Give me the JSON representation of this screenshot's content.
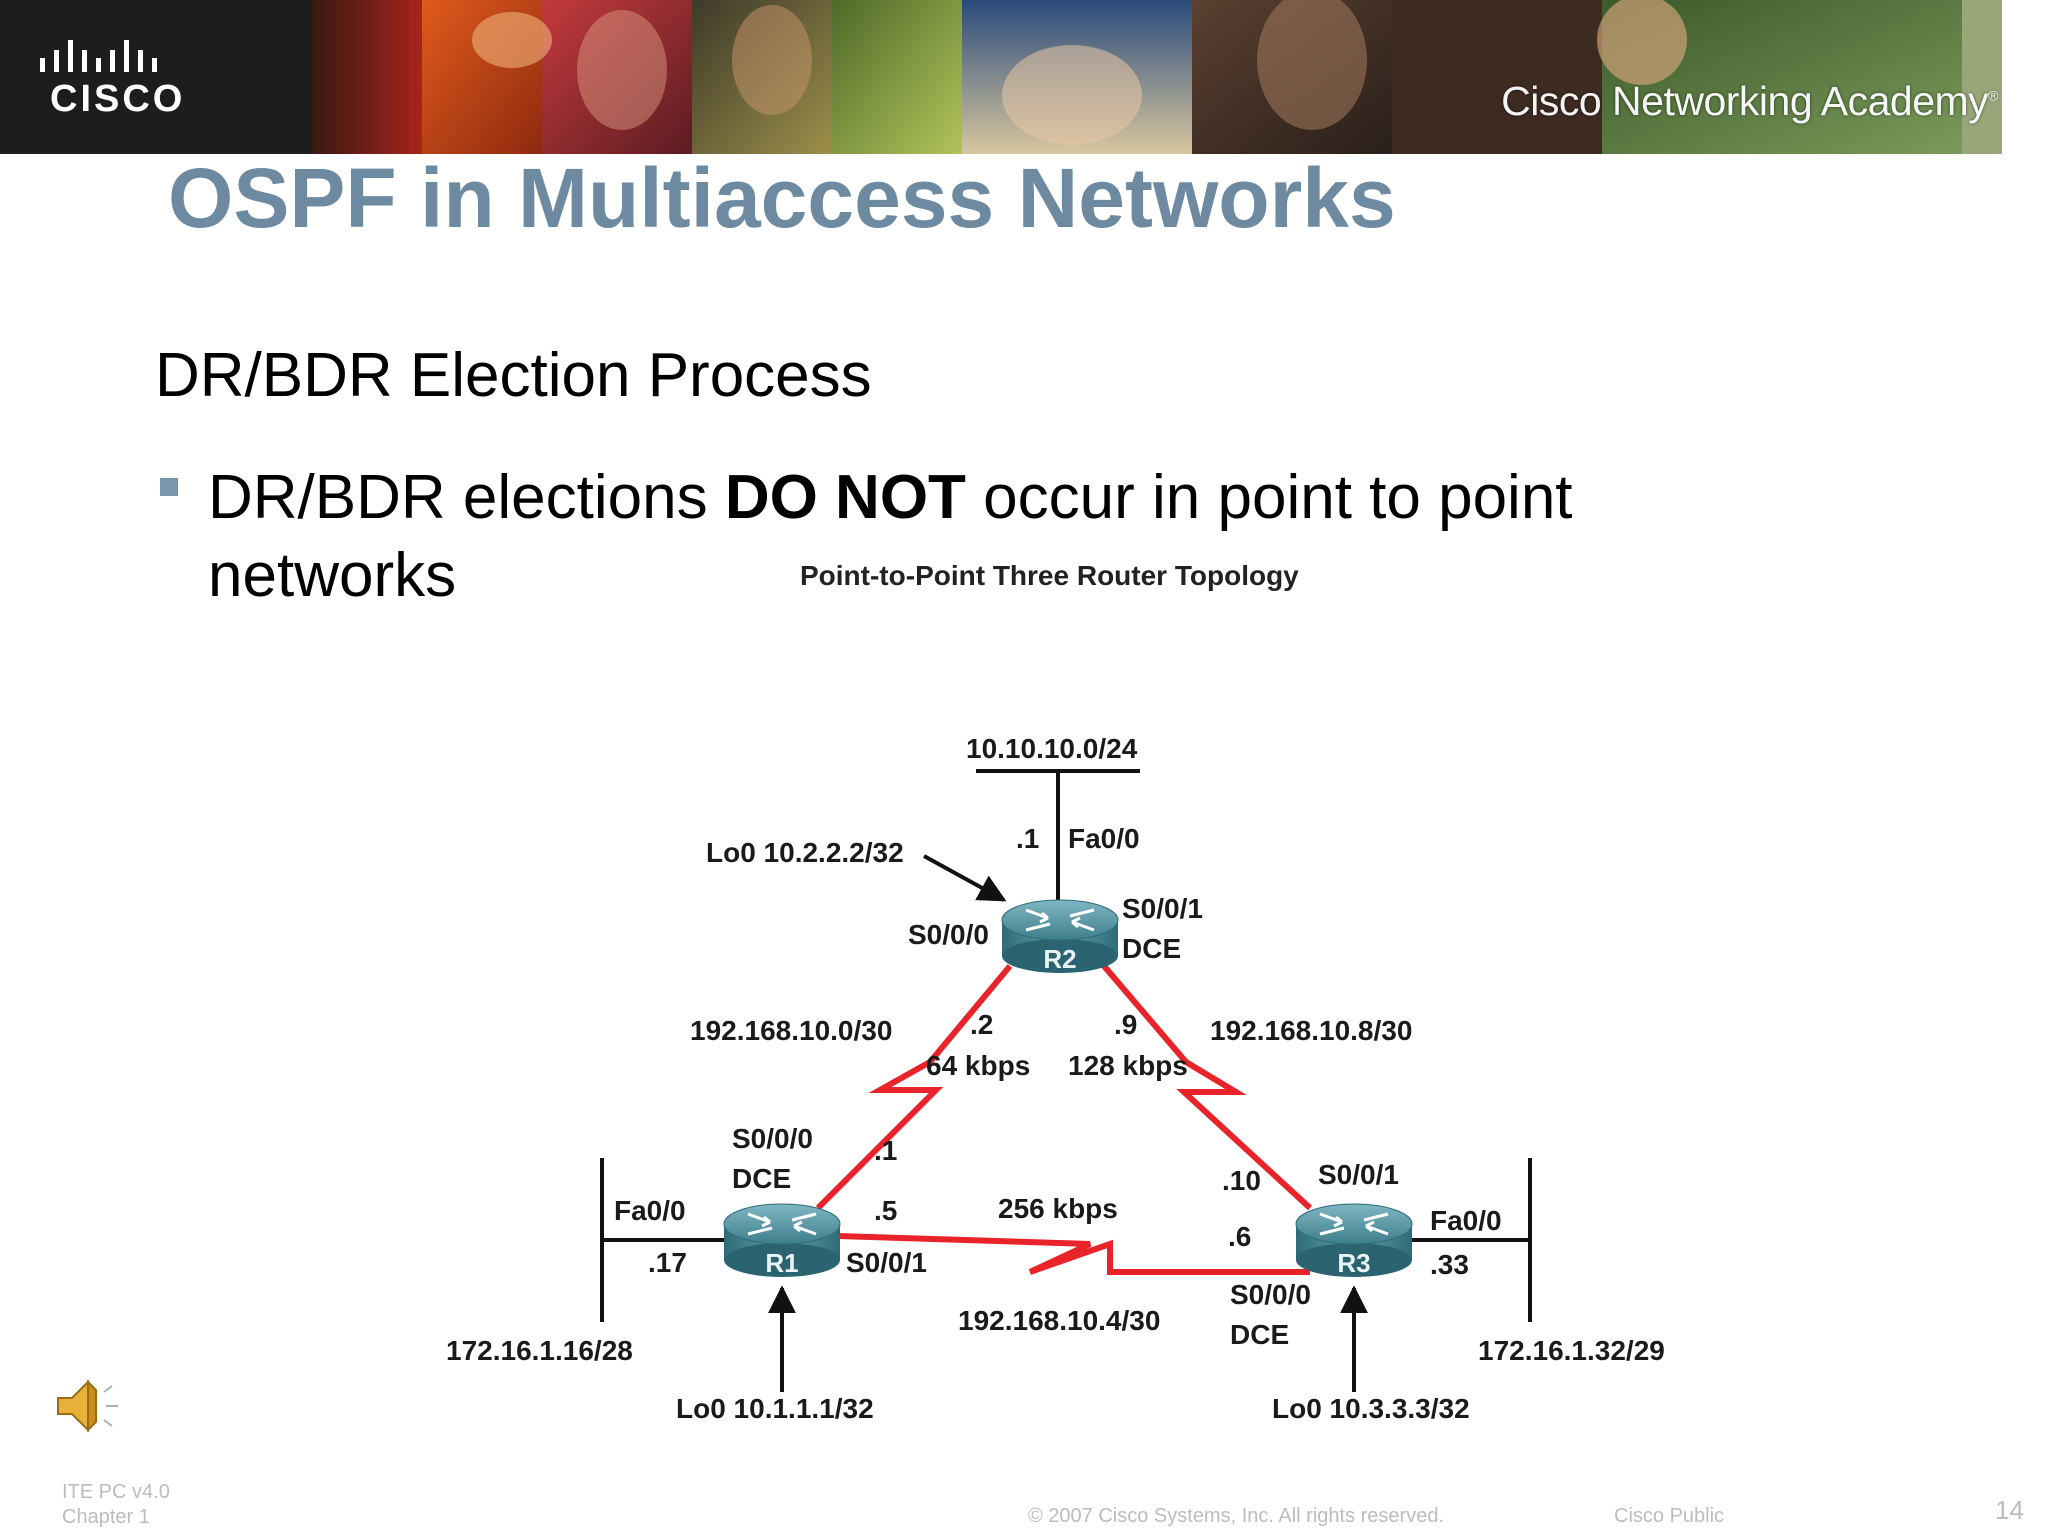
{
  "banner": {
    "brand_word": "CISCO",
    "academy_text": "Cisco Networking Academy",
    "registered_mark": "®"
  },
  "slide": {
    "title": "OSPF in Multiaccess Networks",
    "subtitle": "DR/BDR Election Process",
    "bullet": {
      "before": "DR/BDR elections ",
      "bold": "DO NOT",
      "after": " occur in point to point",
      "line2": "networks"
    }
  },
  "diagram": {
    "title": "Point-to-Point Three Router Topology",
    "routers": [
      {
        "name": "R2"
      },
      {
        "name": "R1"
      },
      {
        "name": "R3"
      }
    ],
    "r2": {
      "lan": "10.10.10.0/24",
      "lan_host": ".1",
      "lan_if": "Fa0/0",
      "loopback": "Lo0 10.2.2.2/32",
      "s000": "S0/0/0",
      "s001": "S0/0/1",
      "dce": "DCE"
    },
    "links": {
      "r1_r2": {
        "network": "192.168.10.0/30",
        "speed": "64 kbps",
        "r2_host": ".2",
        "r1_host": ".1"
      },
      "r2_r3": {
        "network": "192.168.10.8/30",
        "speed": "128 kbps",
        "r2_host": ".9",
        "r3_host": ".10"
      },
      "r1_r3": {
        "network": "192.168.10.4/30",
        "speed": "256 kbps",
        "r1_host": ".5",
        "r3_host": ".6"
      }
    },
    "r1": {
      "s000": "S0/0/0",
      "dce": "DCE",
      "s001": "S0/0/1",
      "lan_if": "Fa0/0",
      "lan_host": ".17",
      "lan": "172.16.1.16/28",
      "loopback": "Lo0 10.1.1.1/32"
    },
    "r3": {
      "s001": "S0/0/1",
      "s000": "S0/0/0",
      "dce": "DCE",
      "lan_if": "Fa0/0",
      "lan_host": ".33",
      "lan": "172.16.1.32/29",
      "loopback": "Lo0 10.3.3.3/32"
    }
  },
  "footer": {
    "course": "ITE PC v4.0",
    "chapter": "Chapter 1",
    "copyright": "© 2007 Cisco Systems, Inc. All rights reserved.",
    "classification": "Cisco Public",
    "page_number": "14"
  },
  "icons": {
    "speaker": "speaker-icon",
    "router": "router-icon",
    "logo": "cisco-logo-icon"
  },
  "colors": {
    "title": "#6e8aa0",
    "serial_link": "#e8232a",
    "router": "#4f8e9a",
    "bullet": "#7b96ab"
  }
}
